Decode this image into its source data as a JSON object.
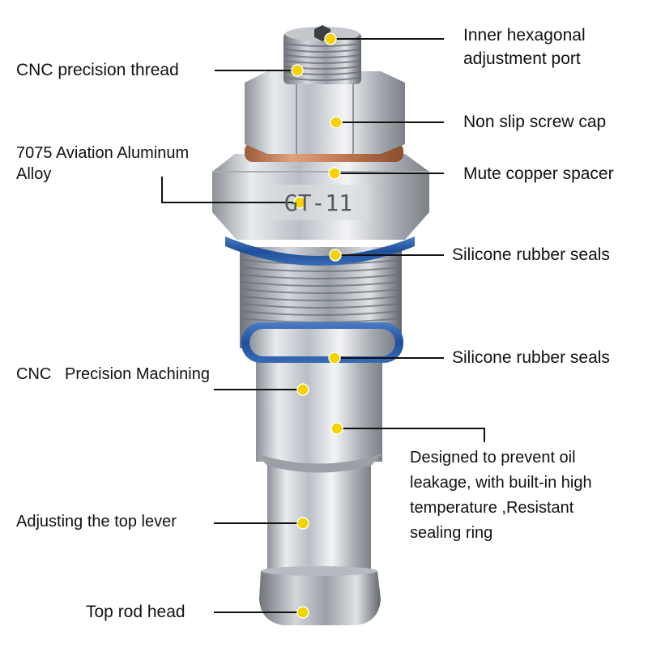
{
  "part_marking": "GT-11",
  "colors": {
    "dot": "#f5d300",
    "leader": "#111111",
    "oring": "#2f5fa8",
    "copper": "#c9825a",
    "steel": "#c8ccd1"
  },
  "labels": {
    "inner_hex_port": [
      "Inner hexagonal",
      "adjustment port"
    ],
    "cnc_thread": [
      "CNC precision thread"
    ],
    "screw_cap": [
      "Non slip screw cap"
    ],
    "aviation_alloy": [
      "7075 Aviation Aluminum",
      "Alloy"
    ],
    "copper_spacer": [
      "Mute copper spacer"
    ],
    "seal_upper": [
      "Silicone rubber seals"
    ],
    "seal_lower": [
      "Silicone rubber seals"
    ],
    "cnc_machining": [
      "CNC   Precision Machining"
    ],
    "oil_leak": [
      "Designed to prevent oil",
      "leakage, with built-in high",
      "temperature ,Resistant",
      "sealing ring"
    ],
    "top_lever": [
      "Adjusting the top lever"
    ],
    "rod_head": [
      "Top rod head"
    ]
  }
}
